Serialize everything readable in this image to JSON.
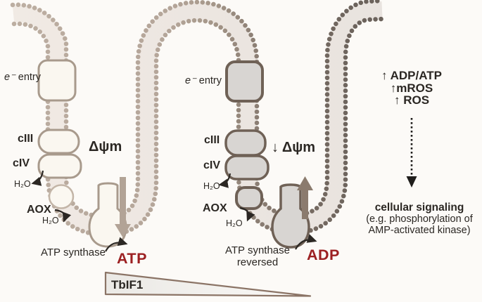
{
  "palette": {
    "background": "#fcfaf7",
    "membrane_head_light": "#bdafa2",
    "membrane_head_dark": "#665e57",
    "membrane_tail_light": "#f1eae4",
    "complex_fill_left": "#faf7f0",
    "complex_stroke_left": "#a89a8c",
    "complex_fill_right": "#d8d5d2",
    "complex_stroke_right": "#6f6156",
    "accent_red": "#9c2022",
    "arrow_down_left": "#b2a396",
    "arrow_up_right": "#8b7b6e",
    "ink": "#2b2723"
  },
  "left": {
    "e_symbol": "e⁻",
    "e_entry": "entry",
    "ciii": "cIII",
    "civ": "cIV",
    "h2o_a": "H₂O",
    "aox": "AOX",
    "h2o_b": "H₂O",
    "delta_psi": "Δψm",
    "synthase": "ATP synthase",
    "product": "ATP"
  },
  "right": {
    "e_symbol": "e⁻",
    "e_entry": "entry",
    "ciii": "cIII",
    "civ": "cIV",
    "h2o_a": "H₂O",
    "aox": "AOX",
    "h2o_b": "H₂O",
    "delta_psi": "↓ Δψm",
    "synthase_line1": "ATP synthase",
    "synthase_line2": "reversed",
    "product": "ADP"
  },
  "signaling": {
    "up1": "↑ ADP/ATP",
    "up2": "↑mROS",
    "up3": "↑ ROS",
    "title": "cellular signaling",
    "note1": "(e.g. phosphorylation of",
    "note2": "AMP-activated kinase)"
  },
  "gradient_bar": {
    "label": "TbIF1"
  }
}
